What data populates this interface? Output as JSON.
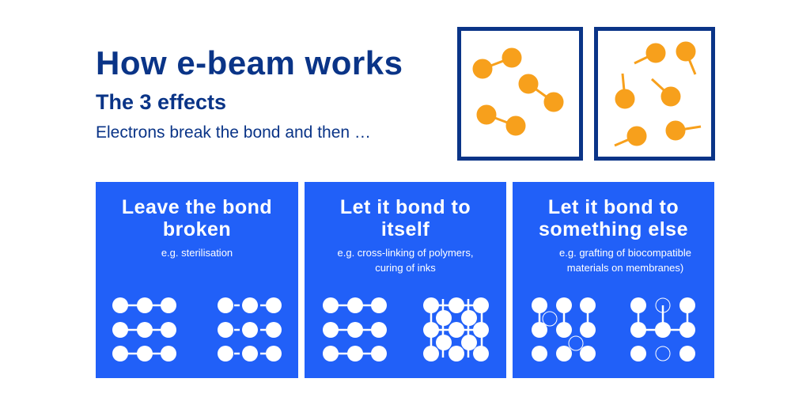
{
  "header": {
    "title": "How e-beam works",
    "subtitle": "The 3 effects",
    "lead": "Electrons break the bond and then …"
  },
  "panels": [
    {
      "title_line1": "Leave the bond",
      "title_line2": "broken",
      "example_line1": "e.g. sterilisation",
      "example_line2": ""
    },
    {
      "title_line1": "Let it bond to",
      "title_line2": "itself",
      "example_line1": "e.g. cross-linking of polymers,",
      "example_line2": "curing of inks"
    },
    {
      "title_line1": "Let it bond to",
      "title_line2": "something else",
      "example_line1": "e.g. grafting of biocompatible",
      "example_line2": "materials on membranes)"
    }
  ],
  "colors": {
    "dark_blue": "#0a3487",
    "panel_blue": "#2160f8",
    "orange": "#f7a01c",
    "white": "#ffffff"
  }
}
